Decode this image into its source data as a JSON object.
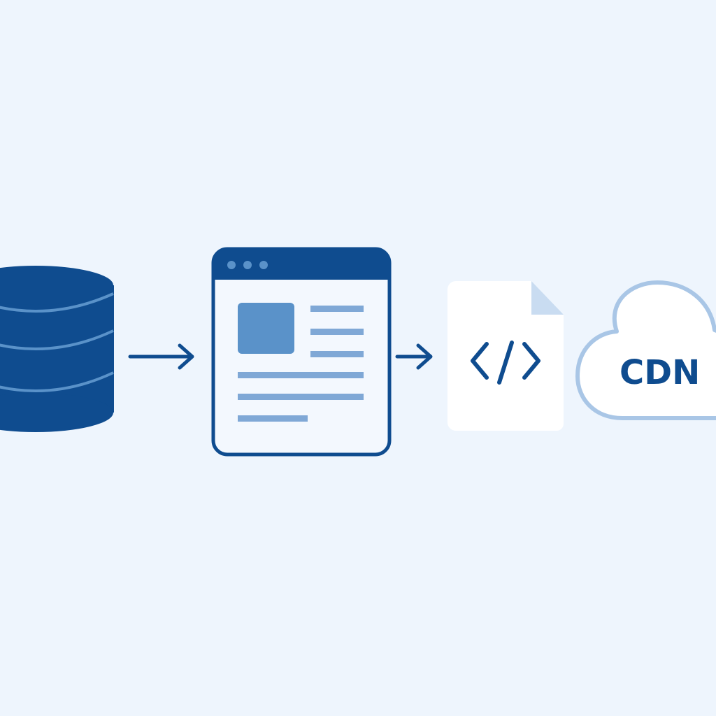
{
  "diagram": {
    "nodes": [
      {
        "id": "database",
        "icon": "database-icon"
      },
      {
        "id": "web-app",
        "icon": "browser-window-icon"
      },
      {
        "id": "static-file",
        "icon": "code-file-icon"
      },
      {
        "id": "cdn",
        "icon": "cloud-icon",
        "label": "CDN"
      }
    ],
    "edges": [
      {
        "from": "database",
        "to": "web-app",
        "icon": "arrow-right-icon"
      },
      {
        "from": "web-app",
        "to": "static-file",
        "icon": "arrow-right-icon"
      }
    ]
  },
  "colors": {
    "background": "#eef5fd",
    "primary": "#0f4c8f",
    "secondary": "#5a92c9",
    "line_light": "#7fa8d6",
    "cloud_stroke": "#a9c6e6",
    "file_fold": "#c9dcf1",
    "white": "#ffffff"
  }
}
